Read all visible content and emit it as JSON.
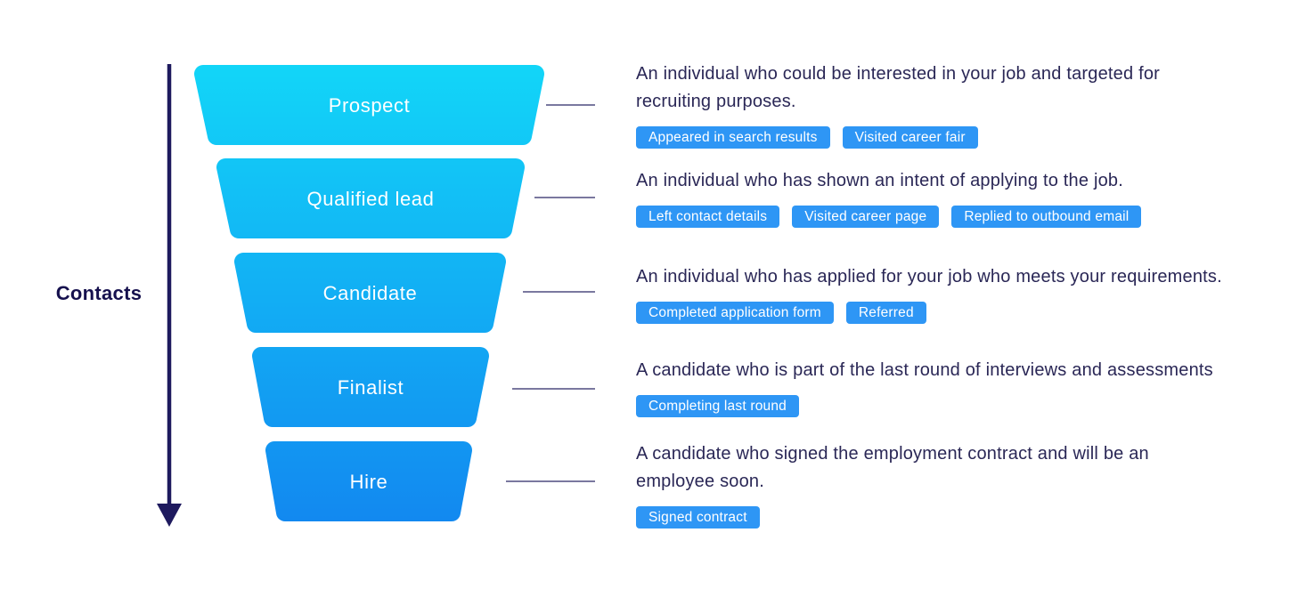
{
  "diagram": {
    "axis_label": "Contacts",
    "stages": [
      {
        "label": "Prospect",
        "description_lines": [
          "An individual who could be interested in your job and targeted for",
          "recruiting purposes."
        ],
        "tags": [
          "Appeared in search results",
          "Visited career fair"
        ]
      },
      {
        "label": "Qualified lead",
        "description_lines": [
          "An individual who has shown an intent of applying to the job."
        ],
        "tags": [
          "Left contact details",
          "Visited career page",
          "Replied to outbound email"
        ]
      },
      {
        "label": "Candidate",
        "description_lines": [
          "An individual who has applied for your job who meets your requirements."
        ],
        "tags": [
          "Completed application form",
          "Referred"
        ]
      },
      {
        "label": "Finalist",
        "description_lines": [
          "A candidate who is part of the last round of interviews and assessments"
        ],
        "tags": [
          "Completing last round"
        ]
      },
      {
        "label": "Hire",
        "description_lines": [
          "A candidate who signed the employment contract and will be an",
          "employee soon."
        ],
        "tags": [
          "Signed contract"
        ]
      }
    ],
    "colors": {
      "funnel_gradient_top": "#12d7f8",
      "funnel_gradient_bottom": "#1287f0",
      "tag_background": "#2e96f5",
      "tag_text": "#ffffff",
      "description_text": "#2a2756",
      "arrow_navy": "#1e1a5e",
      "connector_line": "#2b2766",
      "background": "#ffffff"
    }
  }
}
